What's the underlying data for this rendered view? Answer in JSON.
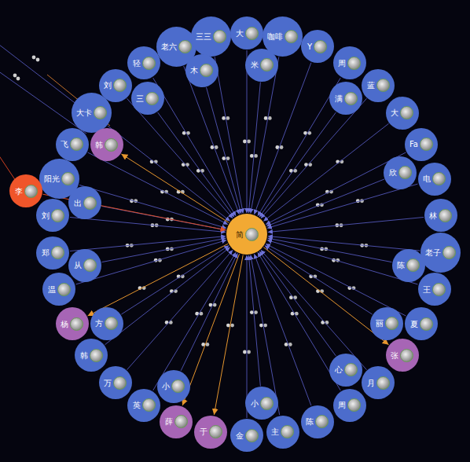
{
  "diagram": {
    "nodes": [
      {
        "text": [
          "简"
        ]
      },
      {
        "text": [
          "大"
        ]
      },
      {
        "text": [
          "咖啡"
        ]
      },
      {
        "text": [
          "Y"
        ]
      },
      {
        "text": [
          "周"
        ]
      },
      {
        "text": [
          "蓝"
        ]
      },
      {
        "text": [
          "大"
        ]
      },
      {
        "text": [
          "Fa"
        ]
      },
      {
        "text": [
          "电"
        ]
      },
      {
        "text": [
          "林"
        ]
      },
      {
        "text": [
          "老子"
        ]
      },
      {
        "text": [
          "王"
        ]
      },
      {
        "text": [
          "夏"
        ]
      },
      {
        "text": [
          "张"
        ]
      },
      {
        "text": [
          "月"
        ]
      },
      {
        "text": [
          "周"
        ]
      },
      {
        "text": [
          "陈"
        ]
      },
      {
        "text": [
          "主"
        ]
      },
      {
        "text": [
          "金"
        ]
      },
      {
        "text": [
          "于"
        ]
      },
      {
        "text": [
          "薛"
        ]
      },
      {
        "text": [
          "英"
        ]
      },
      {
        "text": [
          "万"
        ]
      },
      {
        "text": [
          "韩"
        ]
      },
      {
        "text": [
          "杨"
        ]
      },
      {
        "text": [
          "温"
        ]
      },
      {
        "text": [
          "郑"
        ]
      },
      {
        "text": [
          "刘"
        ]
      },
      {
        "text": [
          "阳光"
        ]
      },
      {
        "text": [
          "飞"
        ]
      },
      {
        "text": [
          "大卡"
        ]
      },
      {
        "text": [
          "刘"
        ]
      },
      {
        "text": [
          "轻"
        ]
      },
      {
        "text": [
          "老六"
        ]
      },
      {
        "text": [
          "三三"
        ]
      },
      {
        "text": [
          "米"
        ]
      },
      {
        "text": [
          "满"
        ]
      },
      {
        "text": [
          "欣"
        ]
      },
      {
        "text": [
          "陈"
        ]
      },
      {
        "text": [
          "丽"
        ]
      },
      {
        "text": [
          "心"
        ]
      },
      {
        "text": [
          "小"
        ]
      },
      {
        "text": [
          "小"
        ]
      },
      {
        "text": [
          "方"
        ]
      },
      {
        "text": [
          "从"
        ]
      },
      {
        "text": [
          "出"
        ]
      },
      {
        "text": [
          "韩"
        ]
      },
      {
        "text": [
          "三"
        ]
      },
      {
        "text": [
          "木"
        ]
      },
      {
        "text": [
          "李"
        ]
      }
    ],
    "edges": [
      {
        "from": 1,
        "to": 0,
        "arrow": "to"
      },
      {
        "from": 2,
        "to": 0,
        "arrow": "to"
      },
      {
        "from": 3,
        "to": 0,
        "arrow": "to"
      },
      {
        "from": 4,
        "to": 0,
        "arrow": "to"
      },
      {
        "from": 5,
        "to": 0,
        "arrow": "to"
      },
      {
        "from": 6,
        "to": 0,
        "arrow": "to"
      },
      {
        "from": 7,
        "to": 0,
        "arrow": "to"
      },
      {
        "from": 8,
        "to": 0,
        "arrow": "to"
      },
      {
        "from": 9,
        "to": 0,
        "arrow": "to"
      },
      {
        "from": 10,
        "to": 0,
        "arrow": "to"
      },
      {
        "from": 11,
        "to": 0,
        "arrow": "to"
      },
      {
        "from": 12,
        "to": 0,
        "arrow": "to"
      },
      {
        "from": 0,
        "to": 13,
        "arrow": "to"
      },
      {
        "from": 14,
        "to": 0,
        "arrow": "to"
      },
      {
        "from": 15,
        "to": 0,
        "arrow": "to"
      },
      {
        "from": 16,
        "to": 0,
        "arrow": "to"
      },
      {
        "from": 17,
        "to": 0,
        "arrow": "to"
      },
      {
        "from": 18,
        "to": 0,
        "arrow": "to"
      },
      {
        "from": 0,
        "to": 19,
        "arrow": "to"
      },
      {
        "from": 0,
        "to": 20,
        "arrow": "to"
      },
      {
        "from": 21,
        "to": 0,
        "arrow": "to"
      },
      {
        "from": 22,
        "to": 0,
        "arrow": "to"
      },
      {
        "from": 23,
        "to": 0,
        "arrow": "to"
      },
      {
        "from": 0,
        "to": 24,
        "arrow": "to"
      },
      {
        "from": 25,
        "to": 0,
        "arrow": "to"
      },
      {
        "from": 26,
        "to": 0,
        "arrow": "to"
      },
      {
        "from": 27,
        "to": 0,
        "arrow": "to"
      },
      {
        "from": 28,
        "to": 0,
        "arrow": "to"
      },
      {
        "from": 29,
        "to": 0,
        "arrow": "to"
      },
      {
        "from": 30,
        "to": 0,
        "arrow": "to"
      },
      {
        "from": 31,
        "to": 0,
        "arrow": "to"
      },
      {
        "from": 32,
        "to": 0,
        "arrow": "to"
      },
      {
        "from": 33,
        "to": 0,
        "arrow": "to"
      },
      {
        "from": 34,
        "to": 0,
        "arrow": "to"
      },
      {
        "from": 35,
        "to": 0,
        "arrow": "to"
      },
      {
        "from": 36,
        "to": 0,
        "arrow": "to"
      },
      {
        "from": 37,
        "to": 0,
        "arrow": "to"
      },
      {
        "from": 38,
        "to": 0,
        "arrow": "to"
      },
      {
        "from": 39,
        "to": 0,
        "arrow": "to"
      },
      {
        "from": 40,
        "to": 0,
        "arrow": "to"
      },
      {
        "from": 41,
        "to": 0,
        "arrow": "to"
      },
      {
        "from": 42,
        "to": 0,
        "arrow": "to"
      },
      {
        "from": 43,
        "to": 0,
        "arrow": "to"
      },
      {
        "from": 44,
        "to": 0,
        "arrow": "to"
      },
      {
        "from": 45,
        "to": 0,
        "arrow": "to"
      },
      {
        "from": 0,
        "to": 46,
        "arrow": "to"
      },
      {
        "from": 47,
        "to": 0,
        "arrow": "to"
      },
      {
        "from": 48,
        "to": 0,
        "arrow": "to"
      },
      {
        "from": 49,
        "to": 0,
        "arrow": "to"
      }
    ]
  }
}
